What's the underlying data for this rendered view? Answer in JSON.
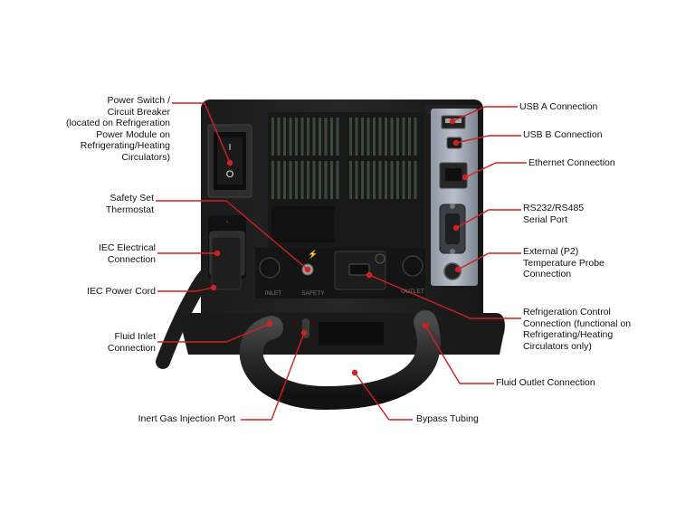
{
  "accent_color": "#d32020",
  "labels": {
    "power_switch": "Power Switch /\nCircuit Breaker\n(located on Refrigeration\nPower Module on\nRefrigerating/Heating\nCirculators)",
    "safety_set": "Safety Set\nThermostat",
    "iec_connection": "IEC Electrical\nConnection",
    "iec_cord": "IEC Power Cord",
    "fluid_inlet": "Fluid Inlet\nConnection",
    "inert_gas": "Inert Gas Injection Port",
    "bypass": "Bypass Tubing",
    "usb_a": "USB A Connection",
    "usb_b": "USB B Connection",
    "ethernet": "Ethernet Connection",
    "rs232": "RS232/RS485\nSerial Port",
    "probe": "External (P2)\nTemperature Probe\nConnection",
    "refrig_control": "Refrigeration Control\nConnection (functional on\nRefrigerating/Heating\nCirculators only)",
    "fluid_outlet": "Fluid Outlet Connection"
  },
  "panel_text": {
    "inlet": "INLET",
    "safety": "SAFETY",
    "outlet": "OUTLET",
    "switch_on": "I",
    "switch_off": "O"
  }
}
